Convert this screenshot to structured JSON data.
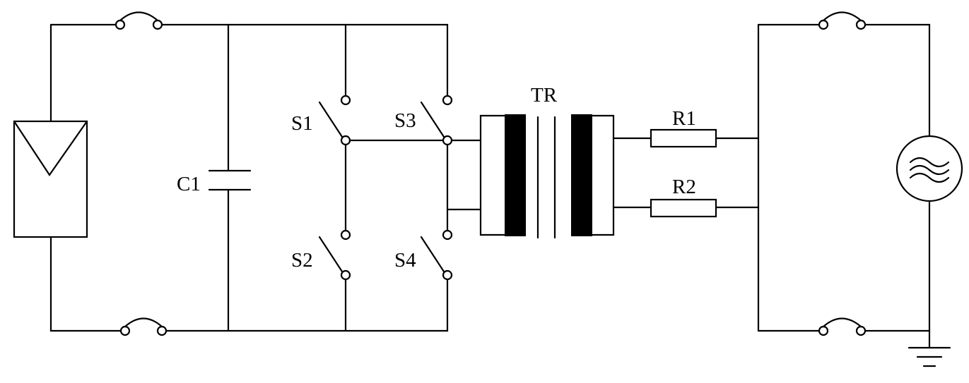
{
  "labels": {
    "c1": "C1",
    "s1": "S1",
    "s2": "S2",
    "s3": "S3",
    "s4": "S4",
    "tr": "TR",
    "r1": "R1",
    "r2": "R2"
  },
  "icons": {
    "pv": "solar-panel-icon",
    "fuse": "fuse-icon",
    "capacitor": "capacitor-icon",
    "switch": "switch-icon",
    "transformer": "transformer-icon",
    "resistor": "resistor-icon",
    "grid": "ac-source-icon",
    "ground": "ground-icon"
  },
  "colors": {
    "line": "#000000",
    "background": "#ffffff"
  }
}
